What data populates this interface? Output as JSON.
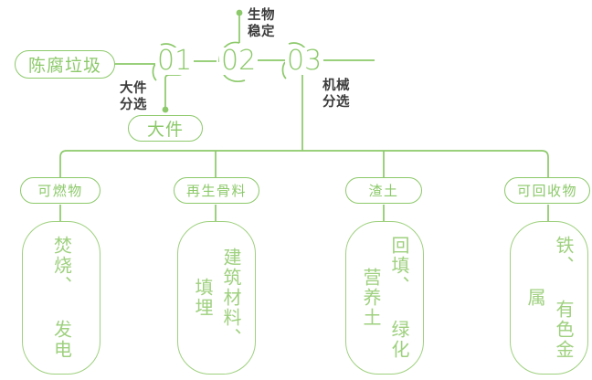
{
  "theme": {
    "line_color": "#8cc96a",
    "box_color": "#9ed07e",
    "label_color": "#3b3b3b",
    "background": "#ffffff"
  },
  "diagram": {
    "type": "process-flow",
    "title_node": {
      "label": "陈腐垃圾"
    },
    "stages": [
      {
        "number": "01",
        "annotation": "大件\n分选",
        "anno_line1": "大件",
        "anno_line2": "分选",
        "output": "大件"
      },
      {
        "number": "02",
        "annotation": "生物\n稳定",
        "anno_line1": "生物",
        "anno_line2": "稳定",
        "output": ""
      },
      {
        "number": "03",
        "annotation": "机械\n分选",
        "anno_line1": "机械",
        "anno_line2": "分选",
        "output": ""
      }
    ],
    "intermediate_output": {
      "label": "大件"
    },
    "outputs": [
      {
        "category": "可燃物",
        "destination": "焚烧、 发电"
      },
      {
        "category": "再生骨料",
        "destination": "建筑材料、 填埋"
      },
      {
        "category": "渣土",
        "destination": "回填、 绿化营养土"
      },
      {
        "category": "可回收物",
        "destination": "铁、 有色金属"
      }
    ]
  }
}
